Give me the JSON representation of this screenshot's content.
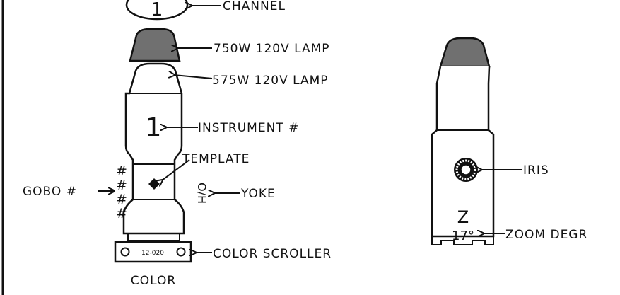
{
  "labels": {
    "channel": "CHANNEL",
    "lamp750": "750W 120V LAMP",
    "lamp575": "575W 120V LAMP",
    "instrument": "INSTRUMENT #",
    "template": "TEMPLATE",
    "gobo": "GOBO #",
    "yoke": "YOKE",
    "color_scroller": "COLOR SCROLLER",
    "color": "COLOR",
    "iris": "IRIS",
    "zoom_degree": "ZOOM DEGR"
  },
  "symbols": {
    "channel_number": "1",
    "instrument_number": "1",
    "gobo_marks": [
      "#",
      "#",
      "#",
      "#"
    ],
    "yoke_mark": "O/H",
    "scroller_text": "12-020",
    "zoom_letter": "Z",
    "zoom_degrees": "17°"
  },
  "colors": {
    "ink": "#111111",
    "lamp_fill": "#707070",
    "background": "#ffffff"
  }
}
